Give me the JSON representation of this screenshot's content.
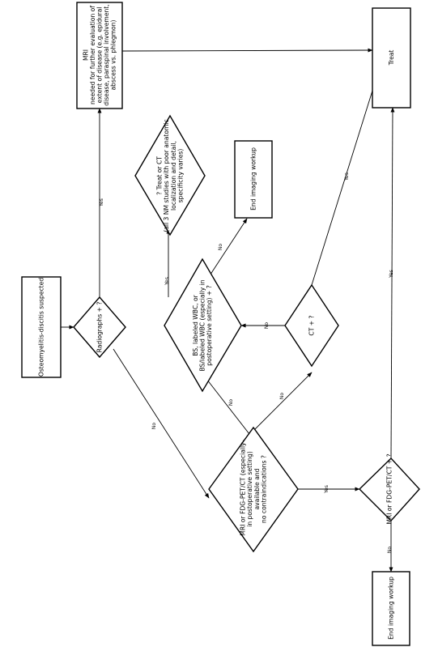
{
  "nodes": {
    "start": [
      "Osteomyelitis-discitis suspected"
    ],
    "radiographs": [
      "Radiographs + ?"
    ],
    "mri_box": [
      "MRI",
      "needed for further evaluation of",
      "extent of disease (e.g. epidural",
      "disease, paraspinal involvement,",
      "abscess vs. phlegmon)"
    ],
    "treat": [
      "Treat"
    ],
    "treat_or_ct": [
      "? Treat or CT",
      "(all 3 NM studies with poor anatomic",
      "localization and detail,",
      "specificity varies)"
    ],
    "end_top": [
      "End imaging workup"
    ],
    "bs_diamond": [
      "BS, labeled WBC, or",
      "BS/labeled WBC (especially in",
      "postoperative setting) + ?"
    ],
    "ct_diamond": [
      "CT + ?"
    ],
    "mri_fdg_avail": [
      "MRI or FDG-PET/CT (especially",
      "in postoperative setting)",
      "available and",
      "no contraindications ?"
    ],
    "mri_fdg_pos": [
      "MRI or FDG-PET/CT + ?"
    ],
    "end_bottom": [
      "End imaging workup"
    ]
  },
  "edges": {
    "yes": "Yes",
    "no": "No"
  }
}
